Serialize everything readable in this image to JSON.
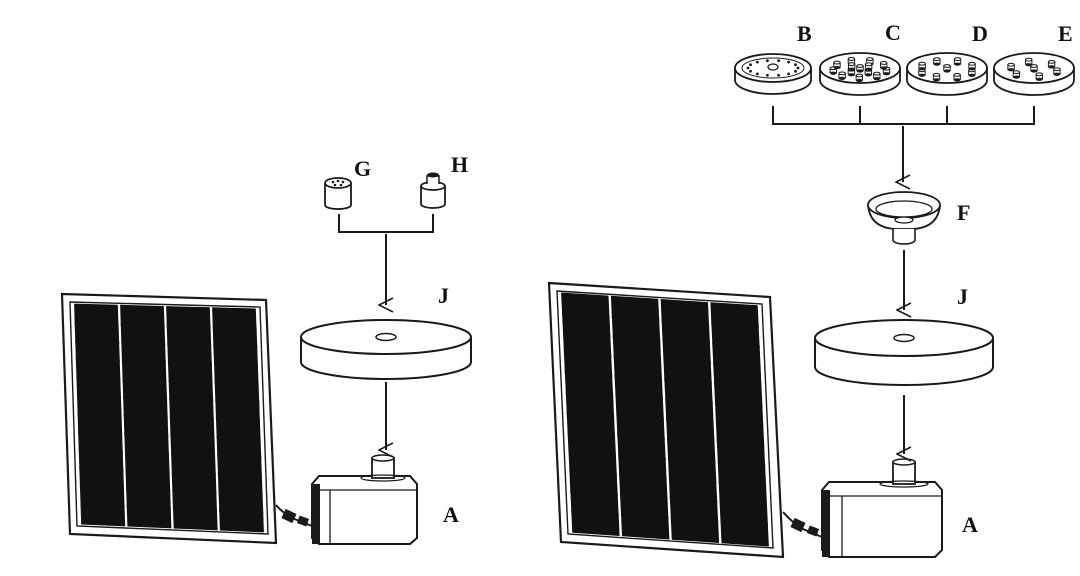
{
  "labels": {
    "A_left": "A",
    "A_right": "A",
    "B": "B",
    "C": "C",
    "D": "D",
    "E": "E",
    "F": "F",
    "G": "G",
    "H": "H",
    "J_left": "J",
    "J_right": "J"
  }
}
